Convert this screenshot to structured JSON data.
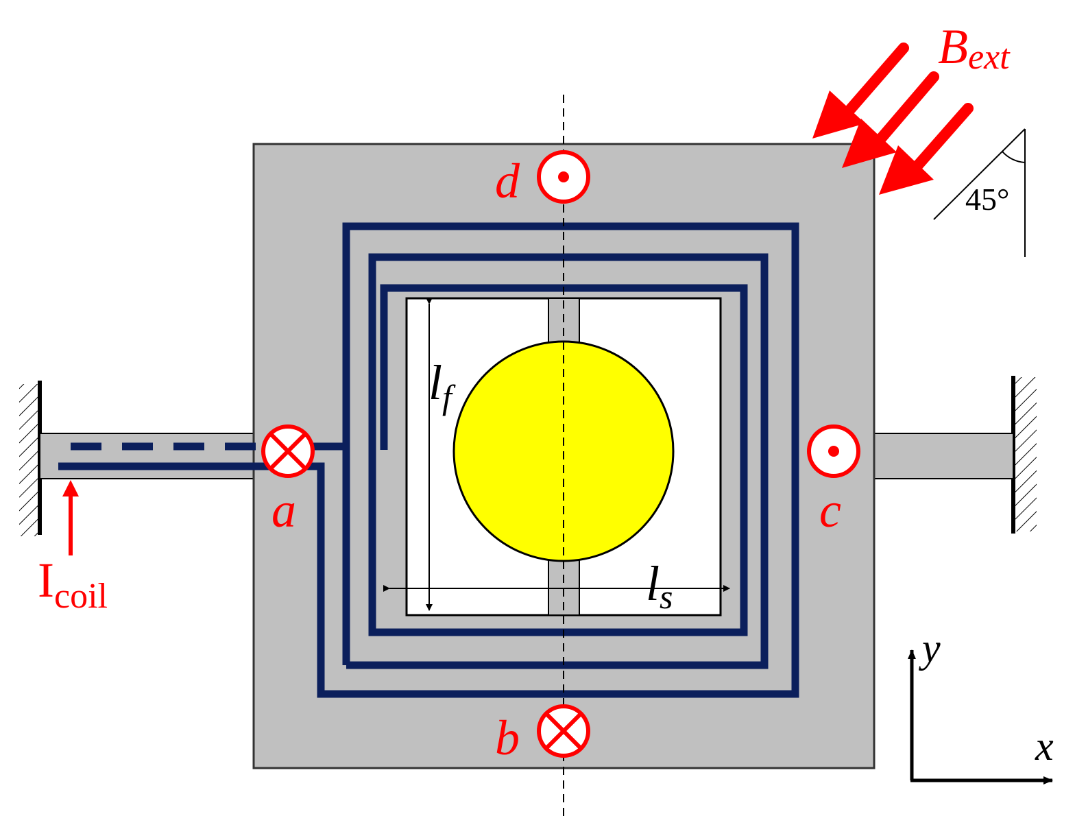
{
  "labels": {
    "b_ext_main": "B",
    "b_ext_sub": "ext",
    "angle": "45°",
    "point_a": "a",
    "point_b": "b",
    "point_c": "c",
    "point_d": "d",
    "l_f_main": "l",
    "l_f_sub": "f",
    "l_s_main": "l",
    "l_s_sub": "s",
    "i_coil_main": "I",
    "i_coil_sub": "coil",
    "axis_x": "x",
    "axis_y": "y"
  },
  "colors": {
    "frame": "#c0c0c0",
    "coil": "#0b1f5c",
    "ball": "#ffff00",
    "accent": "#ff0000",
    "outline": "#000000"
  },
  "icons": {
    "current_into_page": "circle-cross-icon",
    "current_out_of_page": "circle-dot-icon"
  }
}
